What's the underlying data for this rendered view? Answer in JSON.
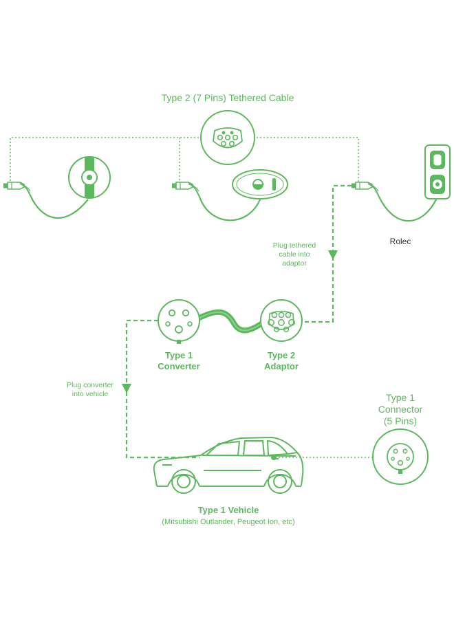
{
  "colors": {
    "accent": "#5cb85c",
    "text_dark": "#333333",
    "background": "#ffffff"
  },
  "labels": {
    "tethered_cable": "Type 2 (7 Pins) Tethered Cable",
    "rolec": "Rolec",
    "plug_tethered": [
      "Plug tethered",
      "cable into",
      "adaptor"
    ],
    "type1_converter": [
      "Type 1",
      "Converter"
    ],
    "type2_adaptor": [
      "Type 2",
      "Adaptor"
    ],
    "plug_converter": [
      "Plug converter",
      "into vehicle"
    ],
    "type1_connector": [
      "Type 1",
      "Connector",
      "(5 Pins)"
    ],
    "vehicle_title": "Type 1 Vehicle",
    "vehicle_subtitle": "(Mitsubishi Outlander, Peugeot Ion, etc)"
  },
  "icons": {
    "charger_1": "round-wallbox-icon",
    "charger_2": "oval-wallbox-icon",
    "charger_3": "rolec-wallbox-icon",
    "plug": "type2-plug-icon",
    "socket_type2": "type2-7-pin-socket-icon",
    "socket_type1": "type1-5-pin-socket-icon",
    "vehicle": "suv-car-icon"
  }
}
